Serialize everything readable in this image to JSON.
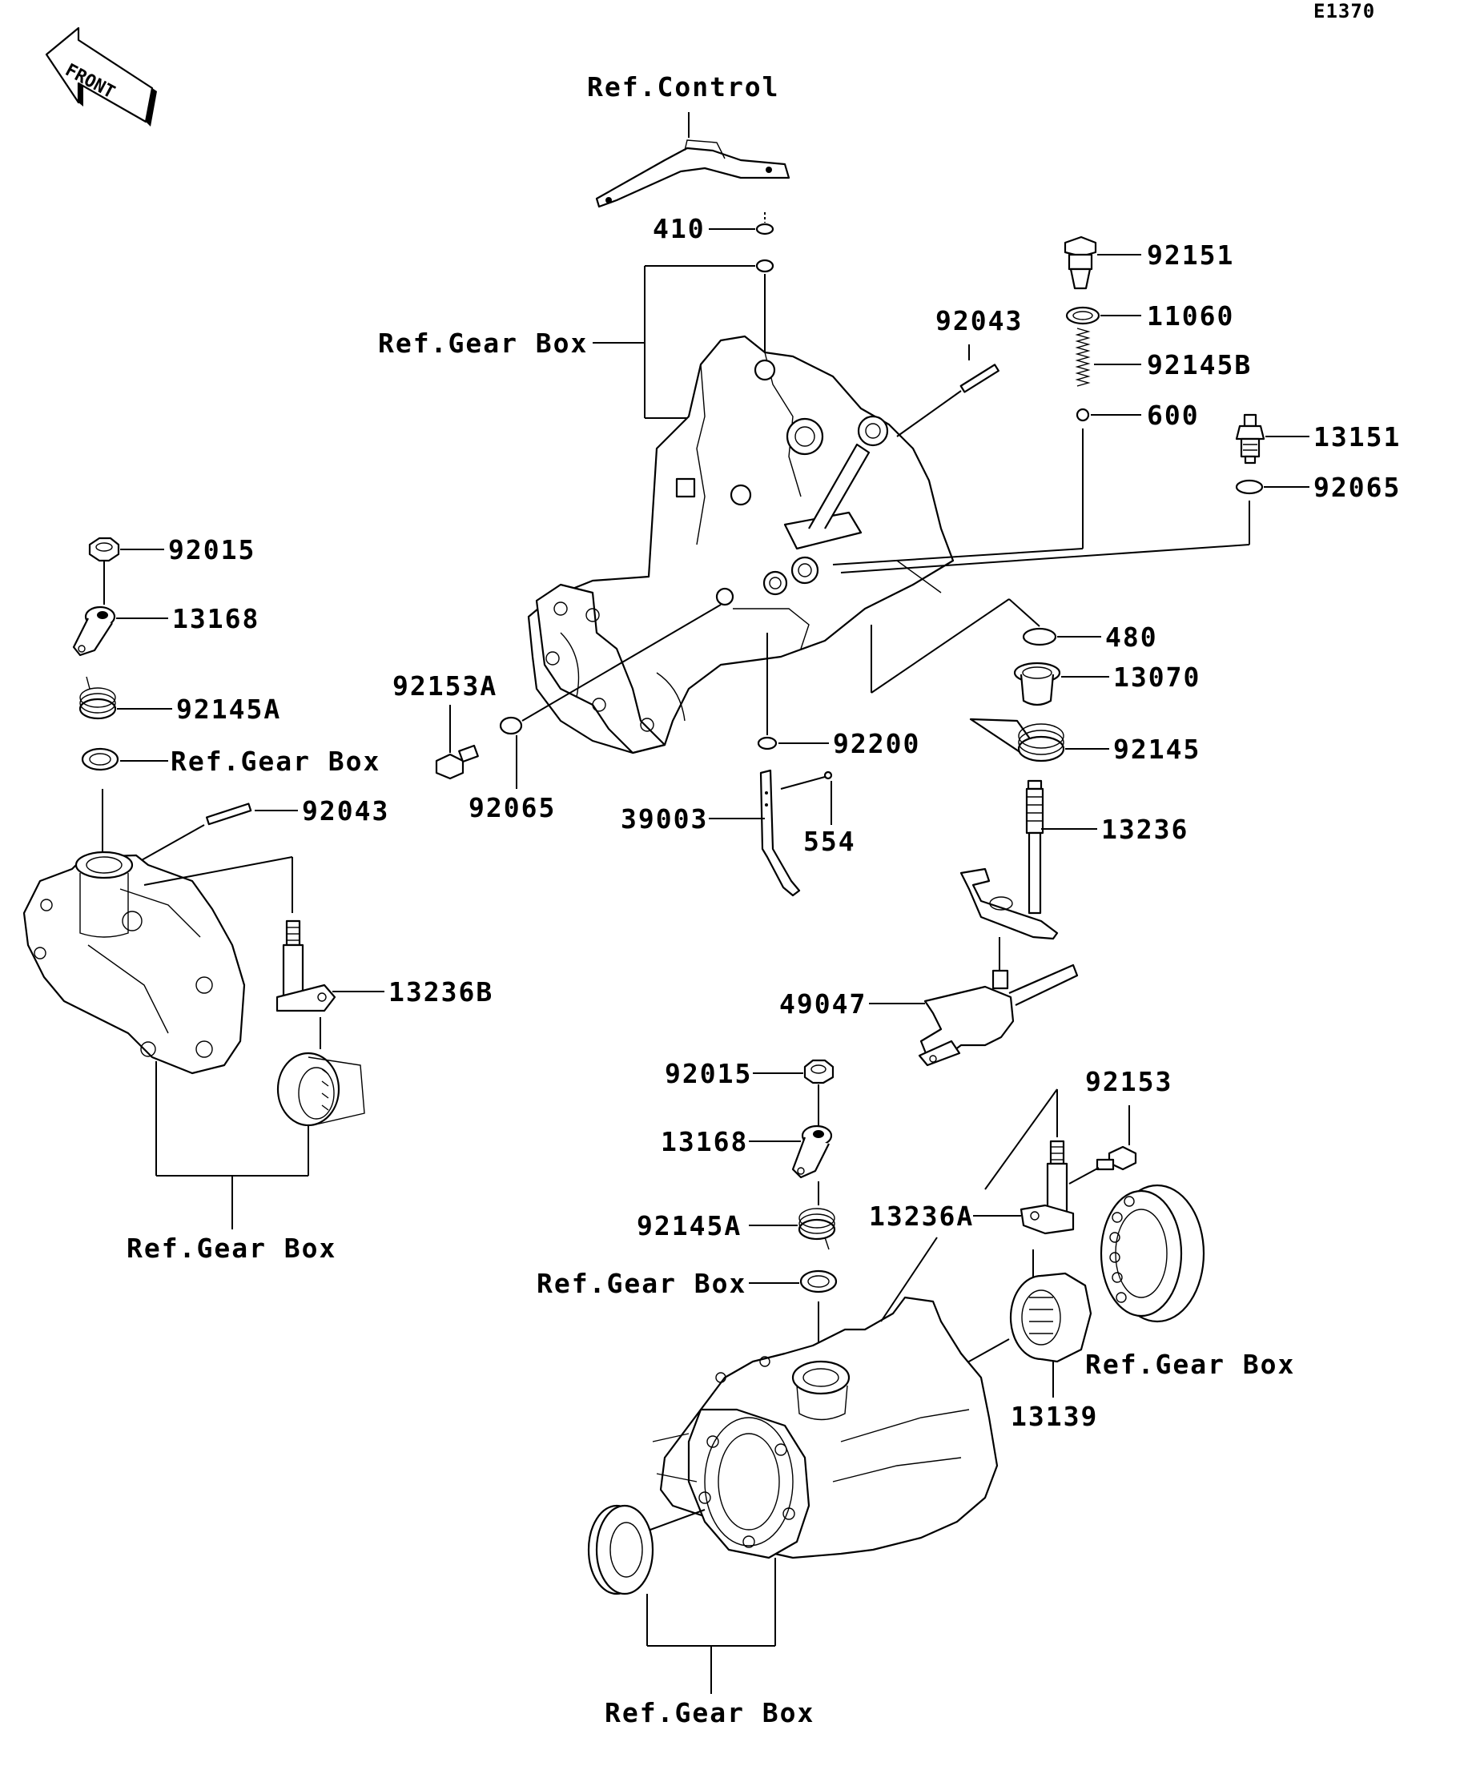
{
  "diagram_id": "E1370",
  "front_arrow": "FRONT",
  "labels": {
    "ref_control": "Ref.Control",
    "p410": "410",
    "ref_gear_box_top": "Ref.Gear Box",
    "p92043_top": "92043",
    "p92151": "92151",
    "p11060": "11060",
    "p92145B": "92145B",
    "p600": "600",
    "p13151": "13151",
    "p92065_right": "92065",
    "p92015_left": "92015",
    "p13168_left": "13168",
    "p92145A_left": "92145A",
    "ref_gear_box_left_seal": "Ref.Gear Box",
    "p92043_left": "92043",
    "p92153A": "92153A",
    "p92065_mid": "92065",
    "p480": "480",
    "p13070": "13070",
    "p92145": "92145",
    "p92200": "92200",
    "p39003": "39003",
    "p554": "554",
    "p13236": "13236",
    "p13236B": "13236B",
    "p49047": "49047",
    "ref_gear_box_left_bottom": "Ref.Gear Box",
    "p92015_lower": "92015",
    "p92153": "92153",
    "p13168_lower": "13168",
    "p92145A_lower": "92145A",
    "p13236A": "13236A",
    "ref_gear_box_lower_seal": "Ref.Gear Box",
    "ref_gear_box_bearing": "Ref.Gear Box",
    "p13139": "13139",
    "ref_gear_box_bottom": "Ref.Gear Box"
  }
}
